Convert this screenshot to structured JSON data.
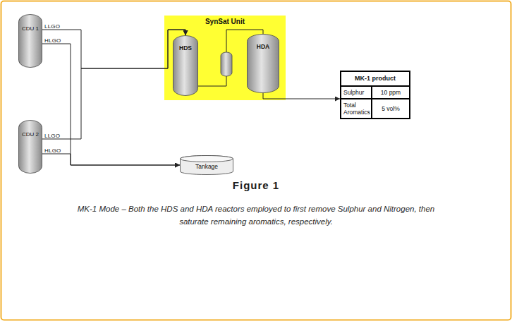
{
  "diagram": {
    "title": "Figure 1",
    "caption": "MK-1 Mode – Both the HDS and HDA reactors employed to first remove Sulphur and Nitrogen, then saturate remaining aromatics, respectively.",
    "nodes": [
      {
        "text": [
          "CDU 1"
        ]
      },
      {
        "text": [
          "CDU 2"
        ]
      },
      {
        "text": [
          "SynSat Unit"
        ]
      },
      {
        "text": [
          "HDS"
        ],
        "in": 2
      },
      {
        "text": [
          "HDA"
        ],
        "in": 2
      },
      {
        "text": [
          "MK-1 product",
          "Sulphur",
          "10 ppm",
          "Total Aromatics",
          "5 vol%"
        ]
      },
      {
        "text": [
          "Tankage"
        ]
      }
    ],
    "edges": [
      {
        "from": 0,
        "to": 3,
        "label": "LLGO",
        "arrow": "to"
      },
      {
        "from": 0,
        "to": 6,
        "label": "HLGO",
        "arrow": "to"
      },
      {
        "from": 1,
        "to": 3,
        "label": "LLGO",
        "arrow": "to"
      },
      {
        "from": 1,
        "to": 6,
        "label": "HLGO",
        "arrow": "to"
      },
      {
        "from": 3,
        "to": 4,
        "arrow": "none"
      },
      {
        "from": 4,
        "to": 5,
        "arrow": "to"
      }
    ]
  }
}
